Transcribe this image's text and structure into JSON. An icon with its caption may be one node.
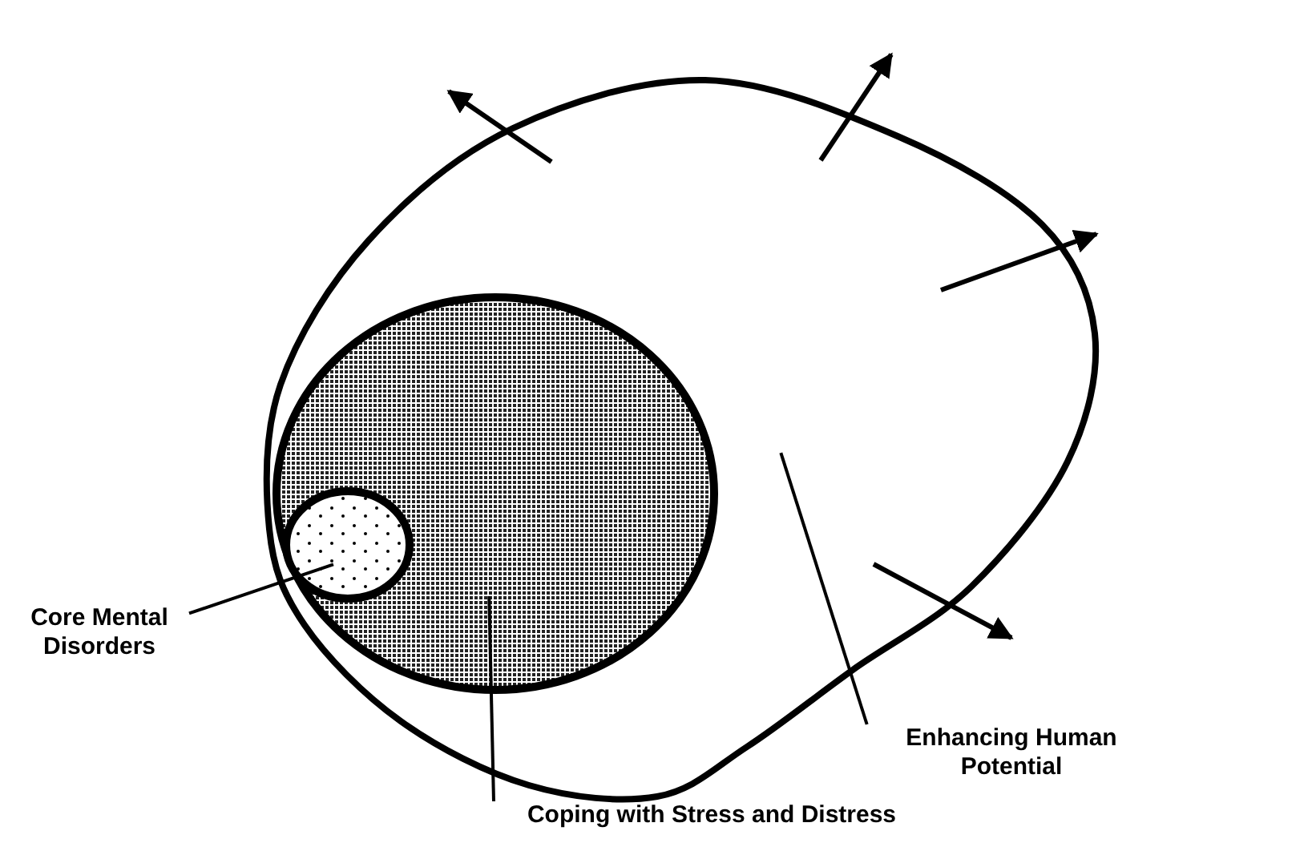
{
  "diagram": {
    "nodes": [
      {
        "text": [
          "Core Mental Disorders"
        ]
      },
      {
        "text": [
          "Coping with Stress and Distress"
        ]
      },
      {
        "text": [
          "Enhancing Human Potential"
        ]
      },
      {
        "text": [],
        "shape": "circle"
      },
      {
        "text": [],
        "shape": "circle",
        "in": 3
      },
      {
        "text": [],
        "shape": "circle",
        "in": 4
      }
    ],
    "edges": [
      {
        "from": 0,
        "to": 5,
        "arrow": "none"
      },
      {
        "from": 1,
        "to": 4,
        "arrow": "none"
      },
      {
        "from": 2,
        "to": 3,
        "arrow": "none"
      }
    ]
  }
}
